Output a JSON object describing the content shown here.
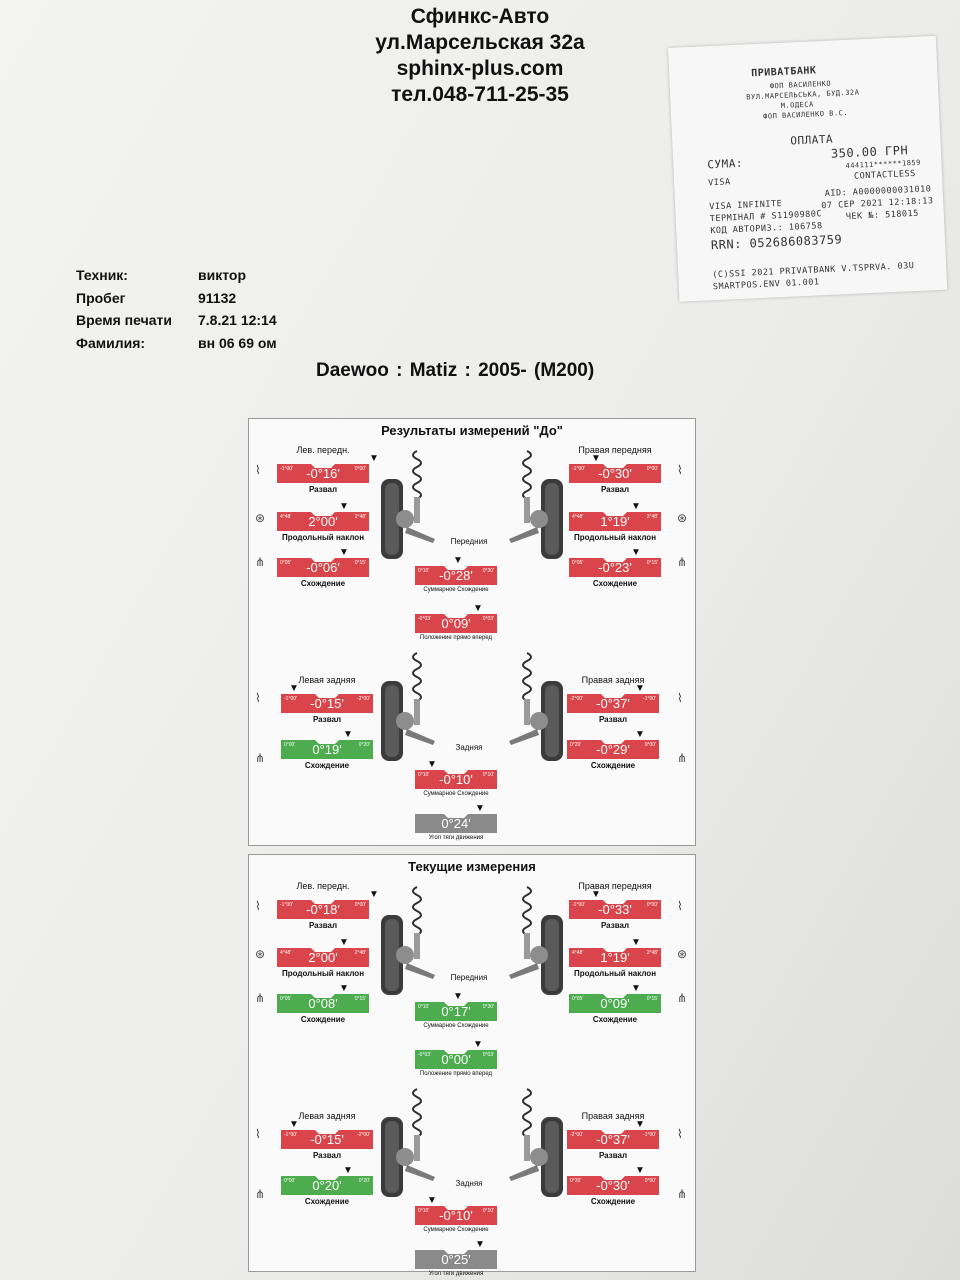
{
  "header": {
    "company": "Сфинкс-Авто",
    "address": "ул.Марсельская 32а",
    "site": "sphinx-plus.com",
    "phone": "тел.048-711-25-35"
  },
  "info": [
    {
      "label": "Техник:",
      "value": "виктор"
    },
    {
      "label": "Пробег",
      "value": "91132"
    },
    {
      "label": "Время печати",
      "value": "7.8.21 12:14"
    },
    {
      "label": "Фамилия:",
      "value": "вн 06 69 ом"
    }
  ],
  "vehicle": "Daewoo : Matiz : 2005-   (M200)",
  "receipt": {
    "bank": "ПРИВАТБАНК",
    "l1": "ФОП ВАСИЛЕНКО",
    "l2": "ВУЛ.МАРСЕЛЬСЬКА, БУД.32А",
    "l3": "М.ОДЕСА",
    "l4": "ФОП ВАСИЛЕНКО В.С.",
    "payment": "ОПЛАТА",
    "sum_label": "СУМА:",
    "sum_value": "350.00 ГРН",
    "card": "444111******1859",
    "visa": "VISA",
    "contactless": "CONTACTLESS",
    "visa_infinite": "VISA INFINITE",
    "aid": "AID: A0000000031010",
    "terminal": "ТЕРМІНАЛ # S1190980C",
    "date": "07 СЕР 2021 12:18:13",
    "auth": "КОД АВТОРИЗ.: 106758",
    "check": "ЧЕК №: 518015",
    "rrn": "RRN: 052686083759",
    "copyright": "(C)SSI 2021 PRIVATBANK V.TSPRVA. 03U",
    "smartpos": "SMARTPOS.ENV 01.001"
  },
  "colors": {
    "red": "#d9454a",
    "green": "#4cac4e",
    "gray": "#8a8a8a"
  },
  "panels": [
    {
      "title": "Результаты измерений \"До\"",
      "front_axle": "Передния",
      "rear_axle": "Задняя",
      "front": [
        {
          "label": "Лев. передн.",
          "value": "-0°16'",
          "sub": "Развал",
          "color": "red",
          "lo": "-1°00'",
          "hi": "0°00'"
        },
        {
          "label": "",
          "value": "2°00'",
          "sub": "Продольный наклон",
          "color": "red",
          "lo": "4°48'",
          "hi": "2°48'"
        },
        {
          "label": "",
          "value": "-0°06'",
          "sub": "Схождение",
          "color": "red",
          "lo": "0°05'",
          "hi": "0°15'"
        },
        {
          "label": "Правая передняя",
          "value": "-0°30'",
          "sub": "Развал",
          "color": "red",
          "lo": "-1°00'",
          "hi": "0°00'"
        },
        {
          "label": "",
          "value": "1°19'",
          "sub": "Продольный наклон",
          "color": "red",
          "lo": "4°48'",
          "hi": "2°48'"
        },
        {
          "label": "",
          "value": "-0°23'",
          "sub": "Схождение",
          "color": "red",
          "lo": "0°05'",
          "hi": "0°15'"
        }
      ],
      "front_total": {
        "value": "-0°28'",
        "sub": "Суммарное Схождение",
        "color": "red",
        "lo": "0°10'",
        "hi": "0°30'"
      },
      "steer": {
        "value": "0°09'",
        "sub": "Положение прямо вперед",
        "color": "red",
        "lo": "-0°03'",
        "hi": "0°03'"
      },
      "rear": [
        {
          "label": "Левая задняя",
          "value": "-0°15'",
          "sub": "Развал",
          "color": "red",
          "lo": "-1°00'",
          "hi": "-2°00'"
        },
        {
          "label": "",
          "value": "0°19'",
          "sub": "Схождение",
          "color": "green",
          "lo": "0°00'",
          "hi": "0°20'"
        },
        {
          "label": "Правая задняя",
          "value": "-0°37'",
          "sub": "Развал",
          "color": "red",
          "lo": "-2°00'",
          "hi": "-1°00'"
        },
        {
          "label": "",
          "value": "-0°29'",
          "sub": "Схождение",
          "color": "red",
          "lo": "0°20'",
          "hi": "0°00'"
        }
      ],
      "rear_total": {
        "value": "-0°10'",
        "sub": "Суммарное Схождение",
        "color": "red",
        "lo": "0°10'",
        "hi": "0°10'"
      },
      "thrust": {
        "value": "0°24'",
        "sub": "Угол тяги движения",
        "color": "gray",
        "lo": "",
        "hi": ""
      }
    },
    {
      "title": "Текущие измерения",
      "front_axle": "Передния",
      "rear_axle": "Задняя",
      "front": [
        {
          "label": "Лев. передн.",
          "value": "-0°18'",
          "sub": "Развал",
          "color": "red",
          "lo": "-1°00'",
          "hi": "0°00'"
        },
        {
          "label": "",
          "value": "2°00'",
          "sub": "Продольный наклон",
          "color": "red",
          "lo": "4°48'",
          "hi": "2°48'"
        },
        {
          "label": "",
          "value": "0°08'",
          "sub": "Схождение",
          "color": "green",
          "lo": "0°05'",
          "hi": "0°15'"
        },
        {
          "label": "Правая передняя",
          "value": "-0°33'",
          "sub": "Развал",
          "color": "red",
          "lo": "-1°00'",
          "hi": "0°00'"
        },
        {
          "label": "",
          "value": "1°19'",
          "sub": "Продольный наклон",
          "color": "red",
          "lo": "4°48'",
          "hi": "2°48'"
        },
        {
          "label": "",
          "value": "0°09'",
          "sub": "Схождение",
          "color": "green",
          "lo": "0°05'",
          "hi": "0°15'"
        }
      ],
      "front_total": {
        "value": "0°17'",
        "sub": "Суммарное Схождение",
        "color": "green",
        "lo": "0°10'",
        "hi": "0°30'"
      },
      "steer": {
        "value": "0°00'",
        "sub": "Положение прямо вперед",
        "color": "green",
        "lo": "-0°03'",
        "hi": "0°03'"
      },
      "rear": [
        {
          "label": "Левая задняя",
          "value": "-0°15'",
          "sub": "Развал",
          "color": "red",
          "lo": "-1°00'",
          "hi": "-2°00'"
        },
        {
          "label": "",
          "value": "0°20'",
          "sub": "Схождение",
          "color": "green",
          "lo": "0°00'",
          "hi": "0°20'"
        },
        {
          "label": "Правая задняя",
          "value": "-0°37'",
          "sub": "Развал",
          "color": "red",
          "lo": "-2°00'",
          "hi": "-1°00'"
        },
        {
          "label": "",
          "value": "-0°30'",
          "sub": "Схождение",
          "color": "red",
          "lo": "0°20'",
          "hi": "0°00'"
        }
      ],
      "rear_total": {
        "value": "-0°10'",
        "sub": "Суммарное Схождение",
        "color": "red",
        "lo": "0°10'",
        "hi": "0°10'"
      },
      "thrust": {
        "value": "0°25'",
        "sub": "Угол тяги движения",
        "color": "gray",
        "lo": "",
        "hi": ""
      }
    }
  ]
}
